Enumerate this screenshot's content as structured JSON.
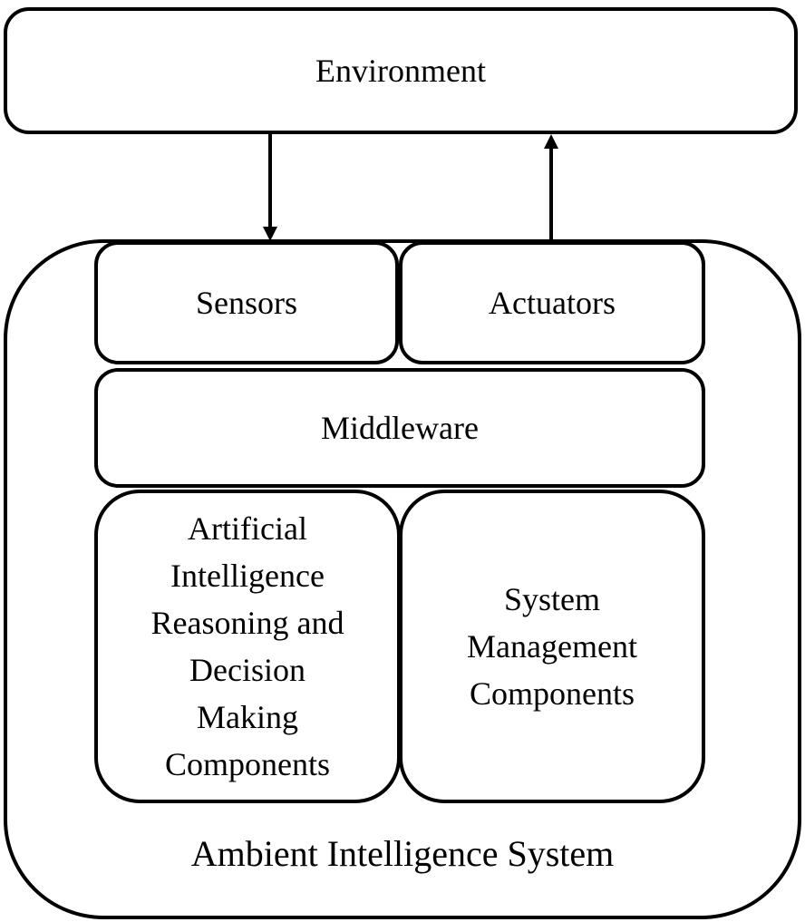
{
  "environment": {
    "label": "Environment"
  },
  "system": {
    "label": "Ambient Intelligence System"
  },
  "sensors": {
    "label": "Sensors"
  },
  "actuators": {
    "label": "Actuators"
  },
  "middleware": {
    "label": "Middleware"
  },
  "ai": {
    "lines": [
      "Artificial",
      "Intelligence",
      "Reasoning and",
      "Decision",
      "Making",
      "Components"
    ]
  },
  "sysmgmt": {
    "lines": [
      "System",
      "Management",
      "Components"
    ]
  },
  "colors": {
    "stroke": "#000000",
    "fill": "#ffffff"
  }
}
